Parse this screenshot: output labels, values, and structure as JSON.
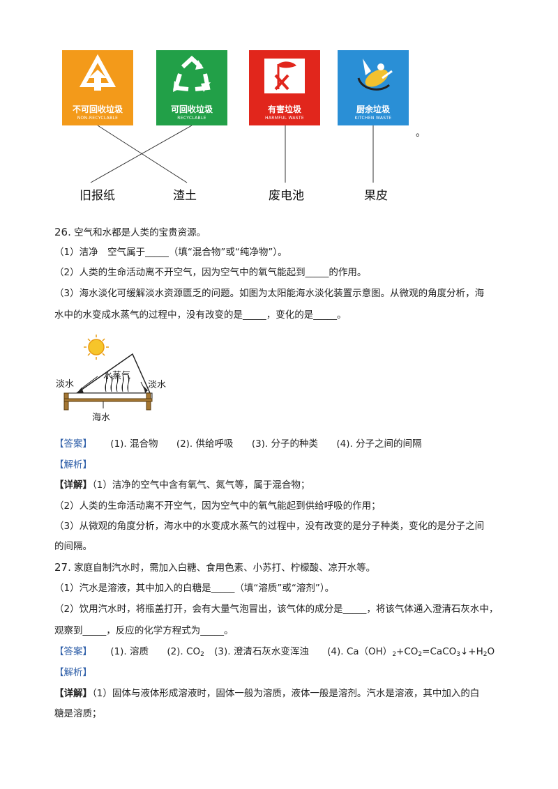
{
  "bins": [
    {
      "cn": "不可回收垃圾",
      "en": "NON-RECYCLABLE",
      "color": "#f39a1a",
      "icon": "non-recyclable-icon"
    },
    {
      "cn": "可回收垃圾",
      "en": "RECYCLABLE",
      "color": "#22a048",
      "icon": "recycle-icon"
    },
    {
      "cn": "有害垃圾",
      "en": "HARMFUL WASTE",
      "color": "#e1261c",
      "icon": "harmful-waste-icon"
    },
    {
      "cn": "厨余垃圾",
      "en": "KITCHEN WASTE",
      "color": "#2a8fd6",
      "icon": "kitchen-waste-icon"
    }
  ],
  "trailing_dot": "。",
  "items": [
    "旧报纸",
    "渣土",
    "废电池",
    "果皮"
  ],
  "q26": {
    "stem_num": "26.",
    "stem": "空气和水都是人类的宝贵资源。",
    "p1": "（1）洁净　空气属于_____（填“混合物”或“纯净物”）。",
    "p2": "（2）人类的生命活动离不开空气，因为空气中的氧气能起到_____的作用。",
    "p3a": "（3）海水淡化可缓解淡水资源匮乏的问题。如图为太阳能海水淡化装置示意图。从微观的角度分析，海",
    "p3b": "水中的水变成水蒸气的过程中，没有改变的是_____，变化的是_____。",
    "diagram": {
      "fresh_left": "淡水",
      "vapor": "水蒸气",
      "fresh_right": "淡水",
      "sea": "海水"
    },
    "answer_tag": "【答案】",
    "answers": [
      "(1). 混合物",
      "(2). 供给呼吸",
      "(3). 分子的种类",
      "(4). 分子之间的间隔"
    ],
    "analysis_tag": "【解析】",
    "detail_tag": "【详解】",
    "d1": "（1）洁净的空气中含有氧气、氮气等，属于混合物；",
    "d2": "（2）人类的生命活动离不开空气，因为空气中的氧气能起到供给呼吸的作用；",
    "d3a": "（3）从微观的角度分析，海水中的水变成水蒸气的过程中，没有改变的是分子种类，变化的是分子之间",
    "d3b": "的间隔。"
  },
  "q27": {
    "stem_num": "27.",
    "stem": "家庭自制汽水时，需加入白糖、食用色素、小苏打、柠檬酸、凉开水等。",
    "p1": "（1）汽水是溶液，其中加入的白糖是_____（填“溶质”或“溶剂”）。",
    "p2a": "（2）饮用汽水时，将瓶盖打开，会有大量气泡冒出，该气体的成分是_____，将该气体通入澄清石灰水中，",
    "p2b": "观察到_____，反应的化学方程式为_____。",
    "answer_tag": "【答案】",
    "a1": "(1). 溶质",
    "a2": "(2). CO",
    "a2_sub": "2",
    "a3": "(3). 澄清石灰水变浑浊",
    "a4_pre": "(4). Ca（OH）",
    "a4_sub1": "2",
    "a4_mid": "+CO",
    "a4_sub2": "2",
    "a4_post": "=CaCO",
    "a4_sub3": "3",
    "a4_end": "↓+H",
    "a4_sub4": "2",
    "a4_tail": "O",
    "analysis_tag": "【解析】",
    "detail_tag": "【详解】",
    "d1a": "（1）固体与液体形成溶液时，固体一般为溶质，液体一般是溶剂。汽水是溶液，其中加入的白",
    "d1b": "糖是溶质；"
  }
}
